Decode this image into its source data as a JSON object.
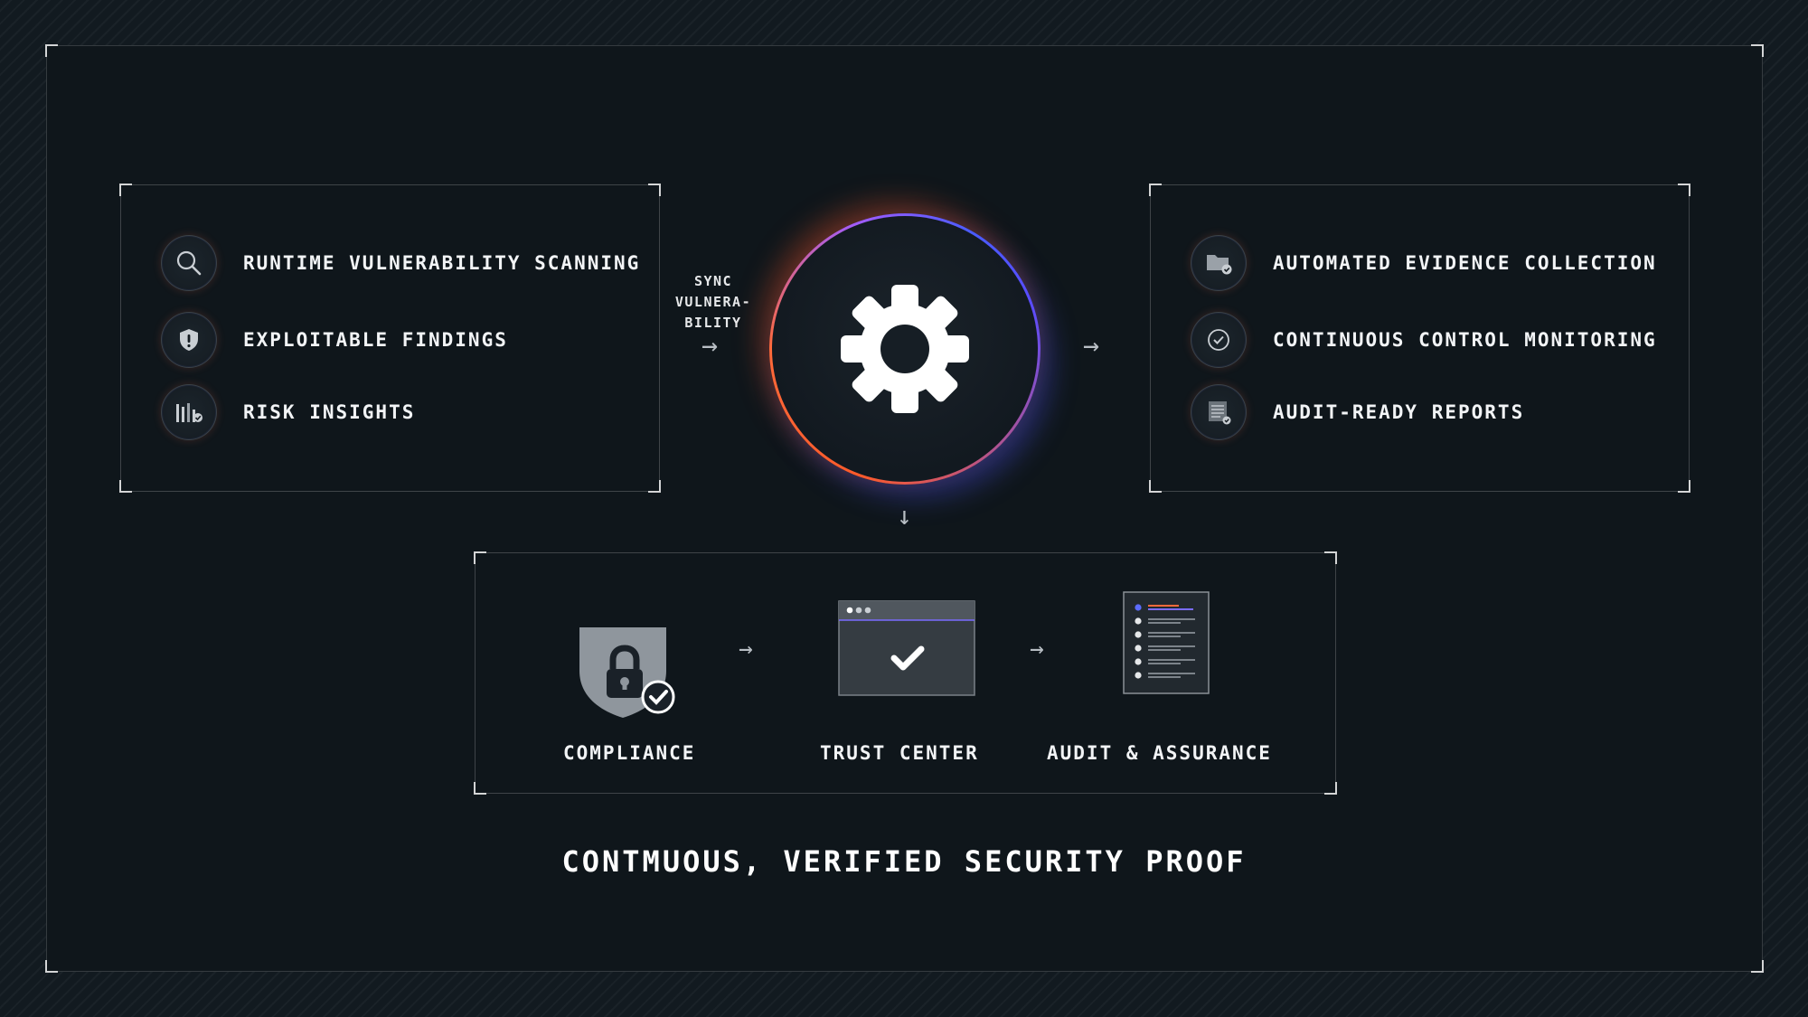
{
  "left_panel": {
    "items": [
      {
        "icon": "magnifier-icon",
        "label": "RUNTIME VULNERABILITY SCANNING"
      },
      {
        "icon": "shield-alert-icon",
        "label": "EXPLOITABLE FINDINGS"
      },
      {
        "icon": "bar-chart-icon",
        "label": "RISK INSIGHTS"
      }
    ]
  },
  "sync": {
    "lines": [
      "SYNC",
      "VULNERA-",
      "BILITY"
    ]
  },
  "hub": {
    "icon": "gear-icon"
  },
  "right_panel": {
    "items": [
      {
        "icon": "folder-check-icon",
        "label": "AUTOMATED EVIDENCE COLLECTION"
      },
      {
        "icon": "check-circle-icon",
        "label": "CONTINUOUS CONTROL MONITORING"
      },
      {
        "icon": "report-check-icon",
        "label": "AUDIT-READY REPORTS"
      }
    ]
  },
  "bottom_panel": {
    "steps": [
      {
        "icon": "lock-shield-icon",
        "label": "COMPLIANCE"
      },
      {
        "icon": "browser-check-icon",
        "label": "TRUST CENTER"
      },
      {
        "icon": "checklist-document-icon",
        "label": "AUDIT & ASSURANCE"
      }
    ]
  },
  "tagline": "CONTMUOUS, VERIFIED SECURITY PROOF",
  "colors": {
    "background": "#0f161b",
    "accent_orange": "#ff5a2a",
    "accent_blue": "#4a5cff",
    "text": "#ffffff"
  }
}
